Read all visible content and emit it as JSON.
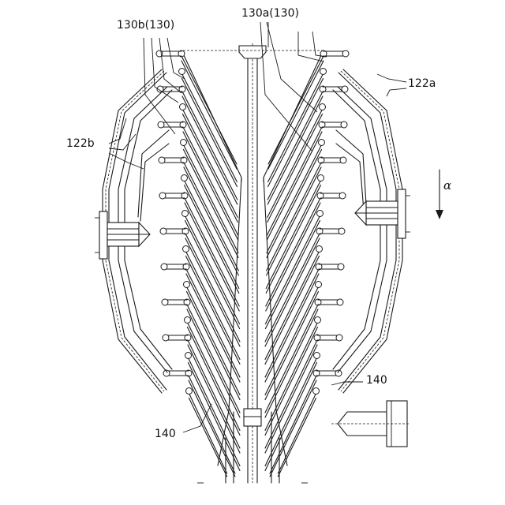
{
  "labels": {
    "top_left": "130b(130)",
    "top_center": "130a(130)",
    "right_upper": "122a",
    "left_upper": "122b",
    "direction": "α",
    "right_lower": "140",
    "left_lower": "140"
  }
}
